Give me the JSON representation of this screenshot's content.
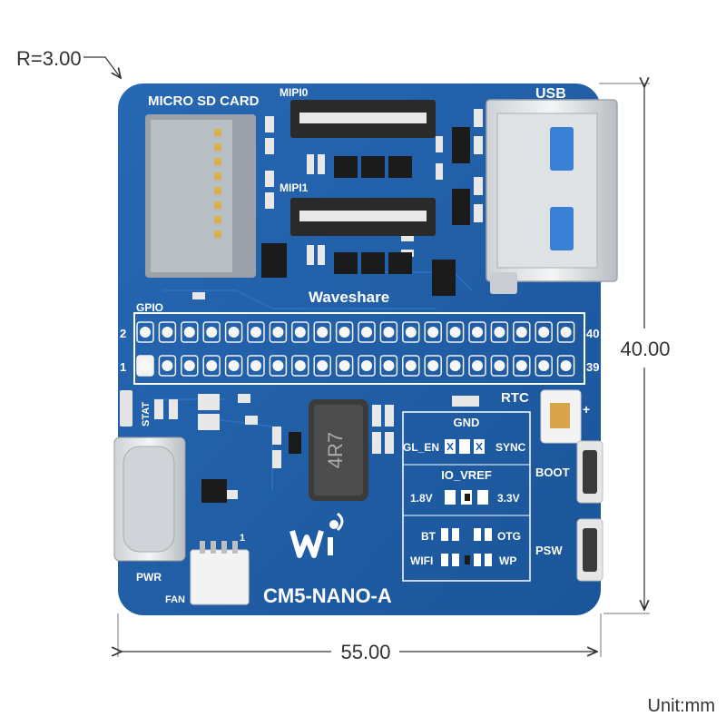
{
  "dimensions": {
    "corner_radius": "R=3.00",
    "height": "40.00",
    "width": "55.00",
    "unit": "Unit:mm"
  },
  "board": {
    "name": "CM5-NANO-A",
    "brand": "Waveshare",
    "inductor_marking": "4R7",
    "colors": {
      "pcb": "#1f5fa8",
      "silkscreen": "#ffffff",
      "pads": "#f2f2f2"
    },
    "labels": {
      "micro_sd": "MICRO SD CARD",
      "mipi0": "MIPI0",
      "mipi1": "MIPI1",
      "usb": "USB",
      "gpio": "GPIO",
      "pin2": "2",
      "pin1": "1",
      "pin40": "40",
      "pin39": "39",
      "stat": "STAT",
      "pwr": "PWR",
      "fan": "FAN",
      "fan_pin1": "1",
      "rtc": "RTC",
      "rtc_plus": "+",
      "boot": "BOOT",
      "psw": "PSW"
    },
    "jumper_panel": {
      "gnd": "GND",
      "gl_en": "GL_EN",
      "sync": "SYNC",
      "io_vref": "IO_VREF",
      "v18": "1.8V",
      "v33": "3.3V",
      "bt": "BT",
      "otg": "OTG",
      "wifi": "WIFI",
      "wp": "WP"
    }
  }
}
